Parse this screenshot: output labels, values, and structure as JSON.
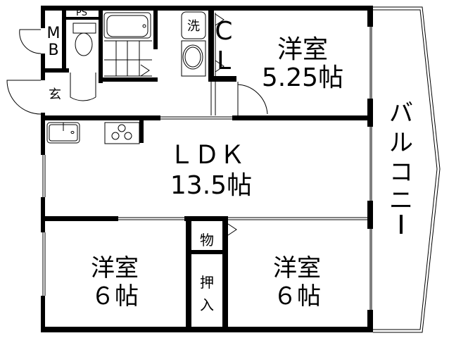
{
  "floorplan": {
    "colors": {
      "wall": "#000000",
      "background": "#ffffff",
      "fixture": "#000000"
    },
    "rooms": {
      "bedroom_top": {
        "type": "洋室",
        "size": "5.25帖"
      },
      "ldk": {
        "type": "ＬＤＫ",
        "size": "13.5帖"
      },
      "bedroom_left": {
        "type": "洋室",
        "size": "６帖"
      },
      "bedroom_right": {
        "type": "洋室",
        "size": "６帖"
      },
      "balcony": {
        "label": "バルコニー"
      }
    },
    "storage": {
      "mb_1": "M",
      "mb_2": "B",
      "ps": "PS",
      "entrance": "玄",
      "washer": "洗",
      "cl_1": "C",
      "cl_2": "L",
      "mono": "物",
      "oshiire_1": "押",
      "oshiire_2": "入"
    },
    "balcony_chars": [
      "バ",
      "ル",
      "コ",
      "ニ",
      "ー"
    ]
  }
}
